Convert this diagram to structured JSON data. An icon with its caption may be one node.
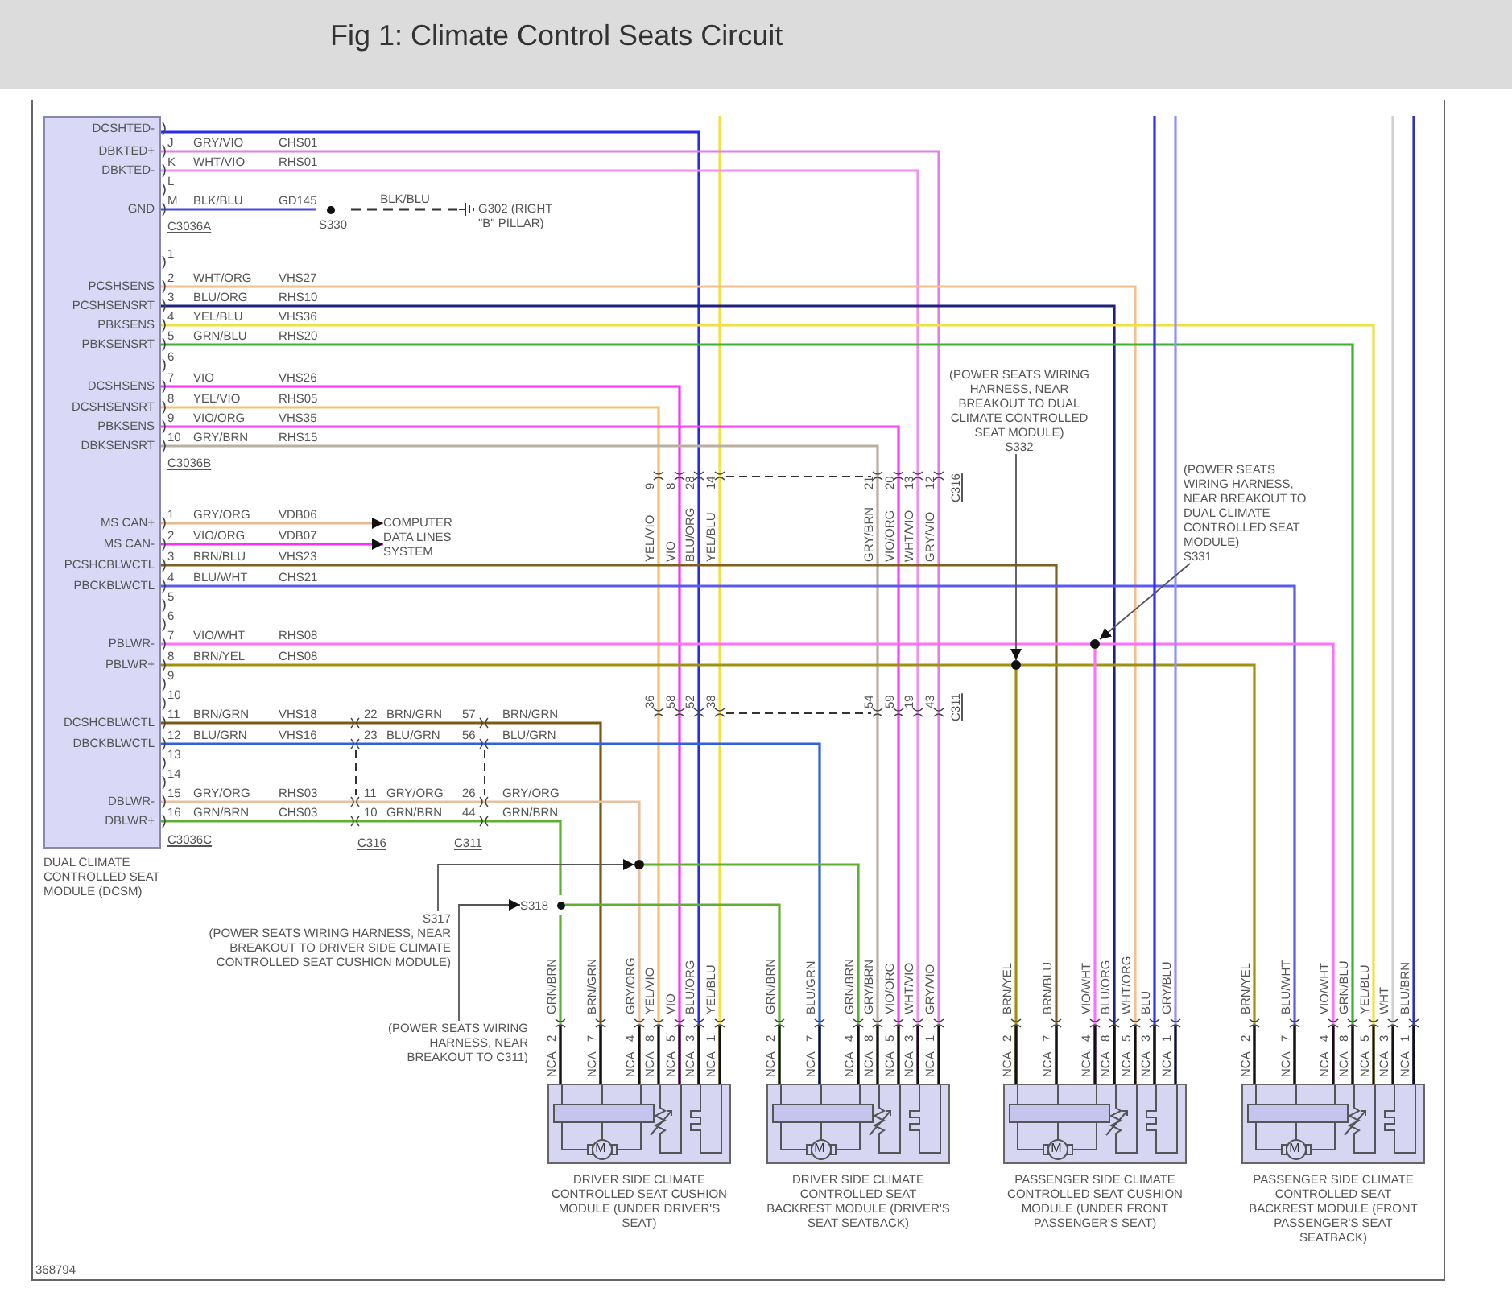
{
  "diagram": {
    "title": "Fig 1: Climate Control Seats Circuit",
    "nodes": [
      {
        "text": [
          "DUAL CLIMATE CONTROLLED SEAT MODULE (DCSM)"
        ]
      },
      {
        "text": [
          "S330"
        ]
      },
      {
        "text": [
          "G302 (RIGHT \"B\" PILLAR)"
        ]
      },
      {
        "text": [
          "COMPUTER DATA LINES SYSTEM"
        ]
      },
      {
        "text": [
          "(POWER SEATS WIRING HARNESS, NEAR BREAKOUT TO DUAL CLIMATE CONTROLLED SEAT MODULE)",
          "S332"
        ]
      },
      {
        "text": [
          "(POWER SEATS WIRING HARNESS, NEAR BREAKOUT TO DUAL CLIMATE CONTROLLED SEAT MODULE)",
          "S331"
        ]
      },
      {
        "text": [],
        "shape": "circle"
      },
      {
        "text": [],
        "shape": "circle"
      },
      {
        "text": [],
        "shape": "circle"
      },
      {
        "text": [
          "S318"
        ]
      },
      {
        "text": [
          "S317",
          "(POWER SEATS WIRING HARNESS, NEAR BREAKOUT TO DRIVER SIDE CLIMATE CONTROLLED SEAT CUSHION MODULE)"
        ]
      },
      {
        "text": [
          "(POWER SEATS WIRING HARNESS, NEAR BREAKOUT TO C311)"
        ]
      },
      {
        "text": [
          "DRIVER SIDE CLIMATE CONTROLLED SEAT CUSHION MODULE (UNDER DRIVER'S SEAT)"
        ]
      },
      {
        "text": [
          "DRIVER SIDE CLIMATE CONTROLLED SEAT BACKREST MODULE (DRIVER'S SEAT SEATBACK)"
        ]
      },
      {
        "text": [
          "PASSENGER SIDE CLIMATE CONTROLLED SEAT CUSHION MODULE (UNDER FRONT PASSENGER'S SEAT)"
        ]
      },
      {
        "text": [
          "PASSENGER SIDE CLIMATE CONTROLLED SEAT BACKREST MODULE (FRONT PASSENGER'S SEAT SEATBACK)"
        ]
      }
    ],
    "edges": [
      {
        "from": 0,
        "to": 12,
        "arrow": "none",
        "color": "#2a2af0"
      },
      {
        "from": null,
        "to": 12,
        "arrow": "none",
        "color": "#f0e040"
      },
      {
        "from": 0,
        "to": 13,
        "arrow": "none",
        "color": "#e080e8"
      },
      {
        "from": 0,
        "to": 13,
        "arrow": "none",
        "color": "#f090f0"
      },
      {
        "from": 0,
        "to": 1,
        "arrow": "none",
        "color": "#4a4ae0"
      },
      {
        "from": 1,
        "to": 2,
        "arrow": "none",
        "style": "dashed",
        "color": "#333333",
        "label": "BLK/BLU"
      },
      {
        "from": 0,
        "to": 14,
        "arrow": "none",
        "color": "#f5c090"
      },
      {
        "from": 0,
        "to": 14,
        "arrow": "none",
        "color": "#202080"
      },
      {
        "from": 0,
        "to": 15,
        "arrow": "none",
        "color": "#f0e040"
      },
      {
        "from": 0,
        "to": 15,
        "arrow": "none",
        "color": "#40b030"
      },
      {
        "from": 0,
        "to": 12,
        "arrow": "none",
        "color": "#ff30ff"
      },
      {
        "from": 0,
        "to": 12,
        "arrow": "none",
        "color": "#f5c070"
      },
      {
        "from": 0,
        "to": 13,
        "arrow": "none",
        "color": "#ff40ff"
      },
      {
        "from": 0,
        "to": 13,
        "arrow": "none",
        "color": "#b8b0a0"
      },
      {
        "from": 0,
        "to": 3,
        "arrow": "to",
        "color": "#e8b890"
      },
      {
        "from": 0,
        "to": 3,
        "arrow": "to",
        "color": "#ff30ff"
      },
      {
        "from": 0,
        "to": 14,
        "arrow": "none",
        "color": "#806020"
      },
      {
        "from": 0,
        "to": 15,
        "arrow": "none",
        "color": "#5a5af0"
      },
      {
        "from": 0,
        "to": 7,
        "arrow": "none",
        "color": "#ff70ff"
      },
      {
        "from": 0,
        "to": 6,
        "arrow": "none",
        "color": "#a09010"
      },
      {
        "from": 6,
        "to": 14,
        "arrow": "none",
        "color": "#a09010"
      },
      {
        "from": 6,
        "to": 15,
        "arrow": "none",
        "color": "#a09010"
      },
      {
        "from": 7,
        "to": 14,
        "arrow": "none",
        "color": "#ff70ff"
      },
      {
        "from": 7,
        "to": 15,
        "arrow": "none",
        "color": "#ff70ff"
      },
      {
        "from": 0,
        "to": 12,
        "arrow": "none",
        "color": "#7a5a10"
      },
      {
        "from": 0,
        "to": 13,
        "arrow": "none",
        "color": "#3060e0"
      },
      {
        "from": 0,
        "to": 8,
        "arrow": "none",
        "color": "#e8c0a0"
      },
      {
        "from": 0,
        "to": 9,
        "arrow": "none",
        "color": "#60b030"
      },
      {
        "from": 8,
        "to": 12,
        "arrow": "none",
        "color": "#e8c0a0"
      },
      {
        "from": 8,
        "to": 13,
        "arrow": "none",
        "color": "#60b030"
      },
      {
        "from": 9,
        "to": 12,
        "arrow": "none",
        "color": "#60b030"
      },
      {
        "from": 9,
        "to": 13,
        "arrow": "none",
        "color": "#60b030"
      },
      {
        "from": null,
        "to": 14,
        "arrow": "none",
        "color": "#3030ff"
      },
      {
        "from": null,
        "to": 14,
        "arrow": "none",
        "color": "#9090ff"
      },
      {
        "from": null,
        "to": 15,
        "arrow": "none",
        "color": "#d0d0d0"
      },
      {
        "from": null,
        "to": 15,
        "arrow": "none",
        "color": "#3030c0"
      },
      {
        "from": 4,
        "to": 6,
        "arrow": "to",
        "color": "#555555"
      },
      {
        "from": 5,
        "to": 7,
        "arrow": "to",
        "color": "#555555"
      },
      {
        "from": 10,
        "to": 8,
        "arrow": "to",
        "color": "#555555"
      },
      {
        "from": 11,
        "to": 9,
        "arrow": "to",
        "color": "#555555"
      }
    ],
    "labels": [
      "DCSHTED-",
      "DBKTED+",
      "J",
      "GRY/VIO",
      "CHS01",
      "DBKTED-",
      "K",
      "WHT/VIO",
      "RHS01",
      "L",
      "GND",
      "M",
      "BLK/BLU",
      "GD145",
      "C3036A",
      "1",
      "PCSHSENS",
      "2",
      "WHT/ORG",
      "VHS27",
      "PCSHSENSRT",
      "3",
      "BLU/ORG",
      "RHS10",
      "PBKSENS",
      "4",
      "YEL/BLU",
      "VHS36",
      "PBKSENSRT",
      "5",
      "GRN/BLU",
      "RHS20",
      "6",
      "DCSHSENS",
      "7",
      "VIO",
      "VHS26",
      "DCSHSENSRT",
      "8",
      "YEL/VIO",
      "RHS05",
      "PBKSENS",
      "9",
      "VIO/ORG",
      "VHS35",
      "DBKSENSRT",
      "10",
      "GRY/BRN",
      "RHS15",
      "C3036B",
      "MS CAN+",
      "1",
      "GRY/ORG",
      "VDB06",
      "MS CAN-",
      "2",
      "VIO/ORG",
      "VDB07",
      "PCSHCBLWCTL",
      "3",
      "BRN/BLU",
      "VHS23",
      "PBCKBLWCTL",
      "4",
      "BLU/WHT",
      "CHS21",
      "5",
      "6",
      "PBLWR-",
      "7",
      "VIO/WHT",
      "RHS08",
      "PBLWR+",
      "8",
      "BRN/YEL",
      "CHS08",
      "9",
      "10",
      "DCSHCBLWCTL",
      "11",
      "BRN/GRN",
      "VHS18",
      "22",
      "BRN/GRN",
      "57",
      "BRN/GRN",
      "DBCKBLWCTL",
      "12",
      "BLU/GRN",
      "VHS16",
      "23",
      "BLU/GRN",
      "56",
      "BLU/GRN",
      "13",
      "14",
      "DBLWR-",
      "15",
      "GRY/ORG",
      "RHS03",
      "11",
      "GRY/ORG",
      "26",
      "GRY/ORG",
      "DBLWR+",
      "16",
      "GRN/BRN",
      "CHS03",
      "10",
      "GRN/BRN",
      "44",
      "GRN/BRN",
      "C3036C",
      "C316",
      "C311",
      "9",
      "8",
      "28",
      "14",
      "21",
      "20",
      "13",
      "12",
      "C316",
      "YEL/VIO",
      "VIO",
      "BLU/ORG",
      "YEL/BLU",
      "GRY/BRN",
      "VIO/ORG",
      "WHT/VIO",
      "GRY/VIO",
      "36",
      "58",
      "52",
      "38",
      "54",
      "59",
      "19",
      "43",
      "C311",
      "GRN/BRN",
      "BRN/GRN",
      "GRY/ORG",
      "YEL/VIO",
      "VIO",
      "BLU/ORG",
      "YEL/BLU",
      "2",
      "7",
      "4",
      "8",
      "5",
      "3",
      "1",
      "NCA",
      "NCA",
      "NCA",
      "NCA",
      "NCA",
      "NCA",
      "NCA",
      "M",
      "GRN/BRN",
      "BLU/GRN",
      "GRN/BRN",
      "GRY/BRN",
      "VIO/ORG",
      "WHT/VIO",
      "GRY/VIO",
      "2",
      "7",
      "4",
      "8",
      "5",
      "3",
      "1",
      "NCA",
      "NCA",
      "NCA",
      "NCA",
      "NCA",
      "NCA",
      "NCA",
      "M",
      "BRN/YEL",
      "BRN/BLU",
      "VIO/WHT",
      "BLU/ORG",
      "WHT/ORG",
      "BLU",
      "GRY/BLU",
      "2",
      "7",
      "4",
      "8",
      "5",
      "3",
      "1",
      "NCA",
      "NCA",
      "NCA",
      "NCA",
      "NCA",
      "NCA",
      "NCA",
      "M",
      "BRN/YEL",
      "BLU/WHT",
      "VIO/WHT",
      "GRN/BLU",
      "YEL/BLU",
      "WHT",
      "BLU/BRN",
      "2",
      "7",
      "4",
      "8",
      "5",
      "3",
      "1",
      "NCA",
      "NCA",
      "NCA",
      "NCA",
      "NCA",
      "NCA",
      "NCA",
      "M",
      "368794"
    ]
  }
}
